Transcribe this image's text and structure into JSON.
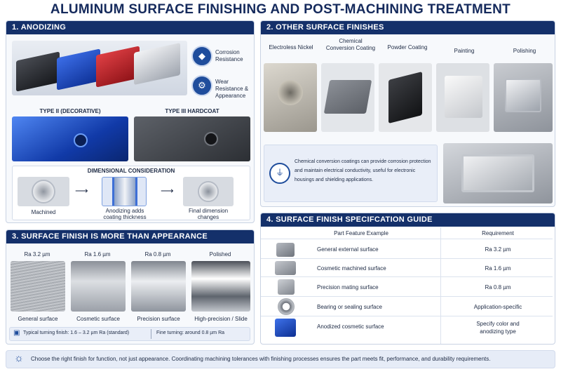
{
  "title": "ALUMINUM SURFACE FINISHING AND POST-MACHINING TREATMENT",
  "anodizing": {
    "header": "1. ANODIZING",
    "benefits": [
      "Corrosion Resistance",
      "Wear Resistance & Appearance"
    ],
    "type2": "TYPE II (DECORATIVE)",
    "type3": "TYPE III HARDCOAT",
    "dimensional": "DIMENSIONAL CONSIDERATION",
    "steps": [
      "Machined",
      "Anodizing adds coating thickness",
      "Final dimension changes"
    ]
  },
  "other": {
    "header": "2. OTHER SURFACE FINISHES",
    "finishes": [
      "Electroless Nickel",
      "Chemical Conversion Coating",
      "Powder Coating",
      "Painting",
      "Polishing"
    ],
    "note": "Chemical conversion coatings can provide corrosion protection and maintain electrical conductivity, useful for electronic housings and shielding applications."
  },
  "appearance": {
    "header": "3. SURFACE FINISH IS MORE THAN APPEARANCE",
    "grades": [
      "Ra 3.2 µm",
      "Ra 1.6 µm",
      "Ra 0.8 µm",
      "Polished"
    ],
    "uses": [
      "General surface",
      "Cosmetic surface",
      "Precision surface",
      "High-precision / Slide"
    ],
    "tip1": "Typical turning finish: 1.6 – 3.2 µm Ra (standard)",
    "tip2": "Fine turning: around 0.8 µm Ra"
  },
  "guide": {
    "header": "4. SURFACE FINISH SPECIFCATION GUIDE",
    "col1": "Part Feature Example",
    "col2": "Requirement",
    "rows": [
      {
        "feature": "General external surface",
        "req": "Ra 3.2 µm"
      },
      {
        "feature": "Cosmetic machined surface",
        "req": "Ra 1.6 µm"
      },
      {
        "feature": "Precision mating surface",
        "req": "Ra 0.8 µm"
      },
      {
        "feature": "Bearing or sealing surface",
        "req": "Application-specific"
      },
      {
        "feature": "Anodized cosmetic surface",
        "req": "Specify color and anodizing type"
      }
    ]
  },
  "footer": "Choose the right finish for function, not just appearance. Coordinating machining tolerances with finishing processes ensures the part meets fit, performance, and durability requirements."
}
